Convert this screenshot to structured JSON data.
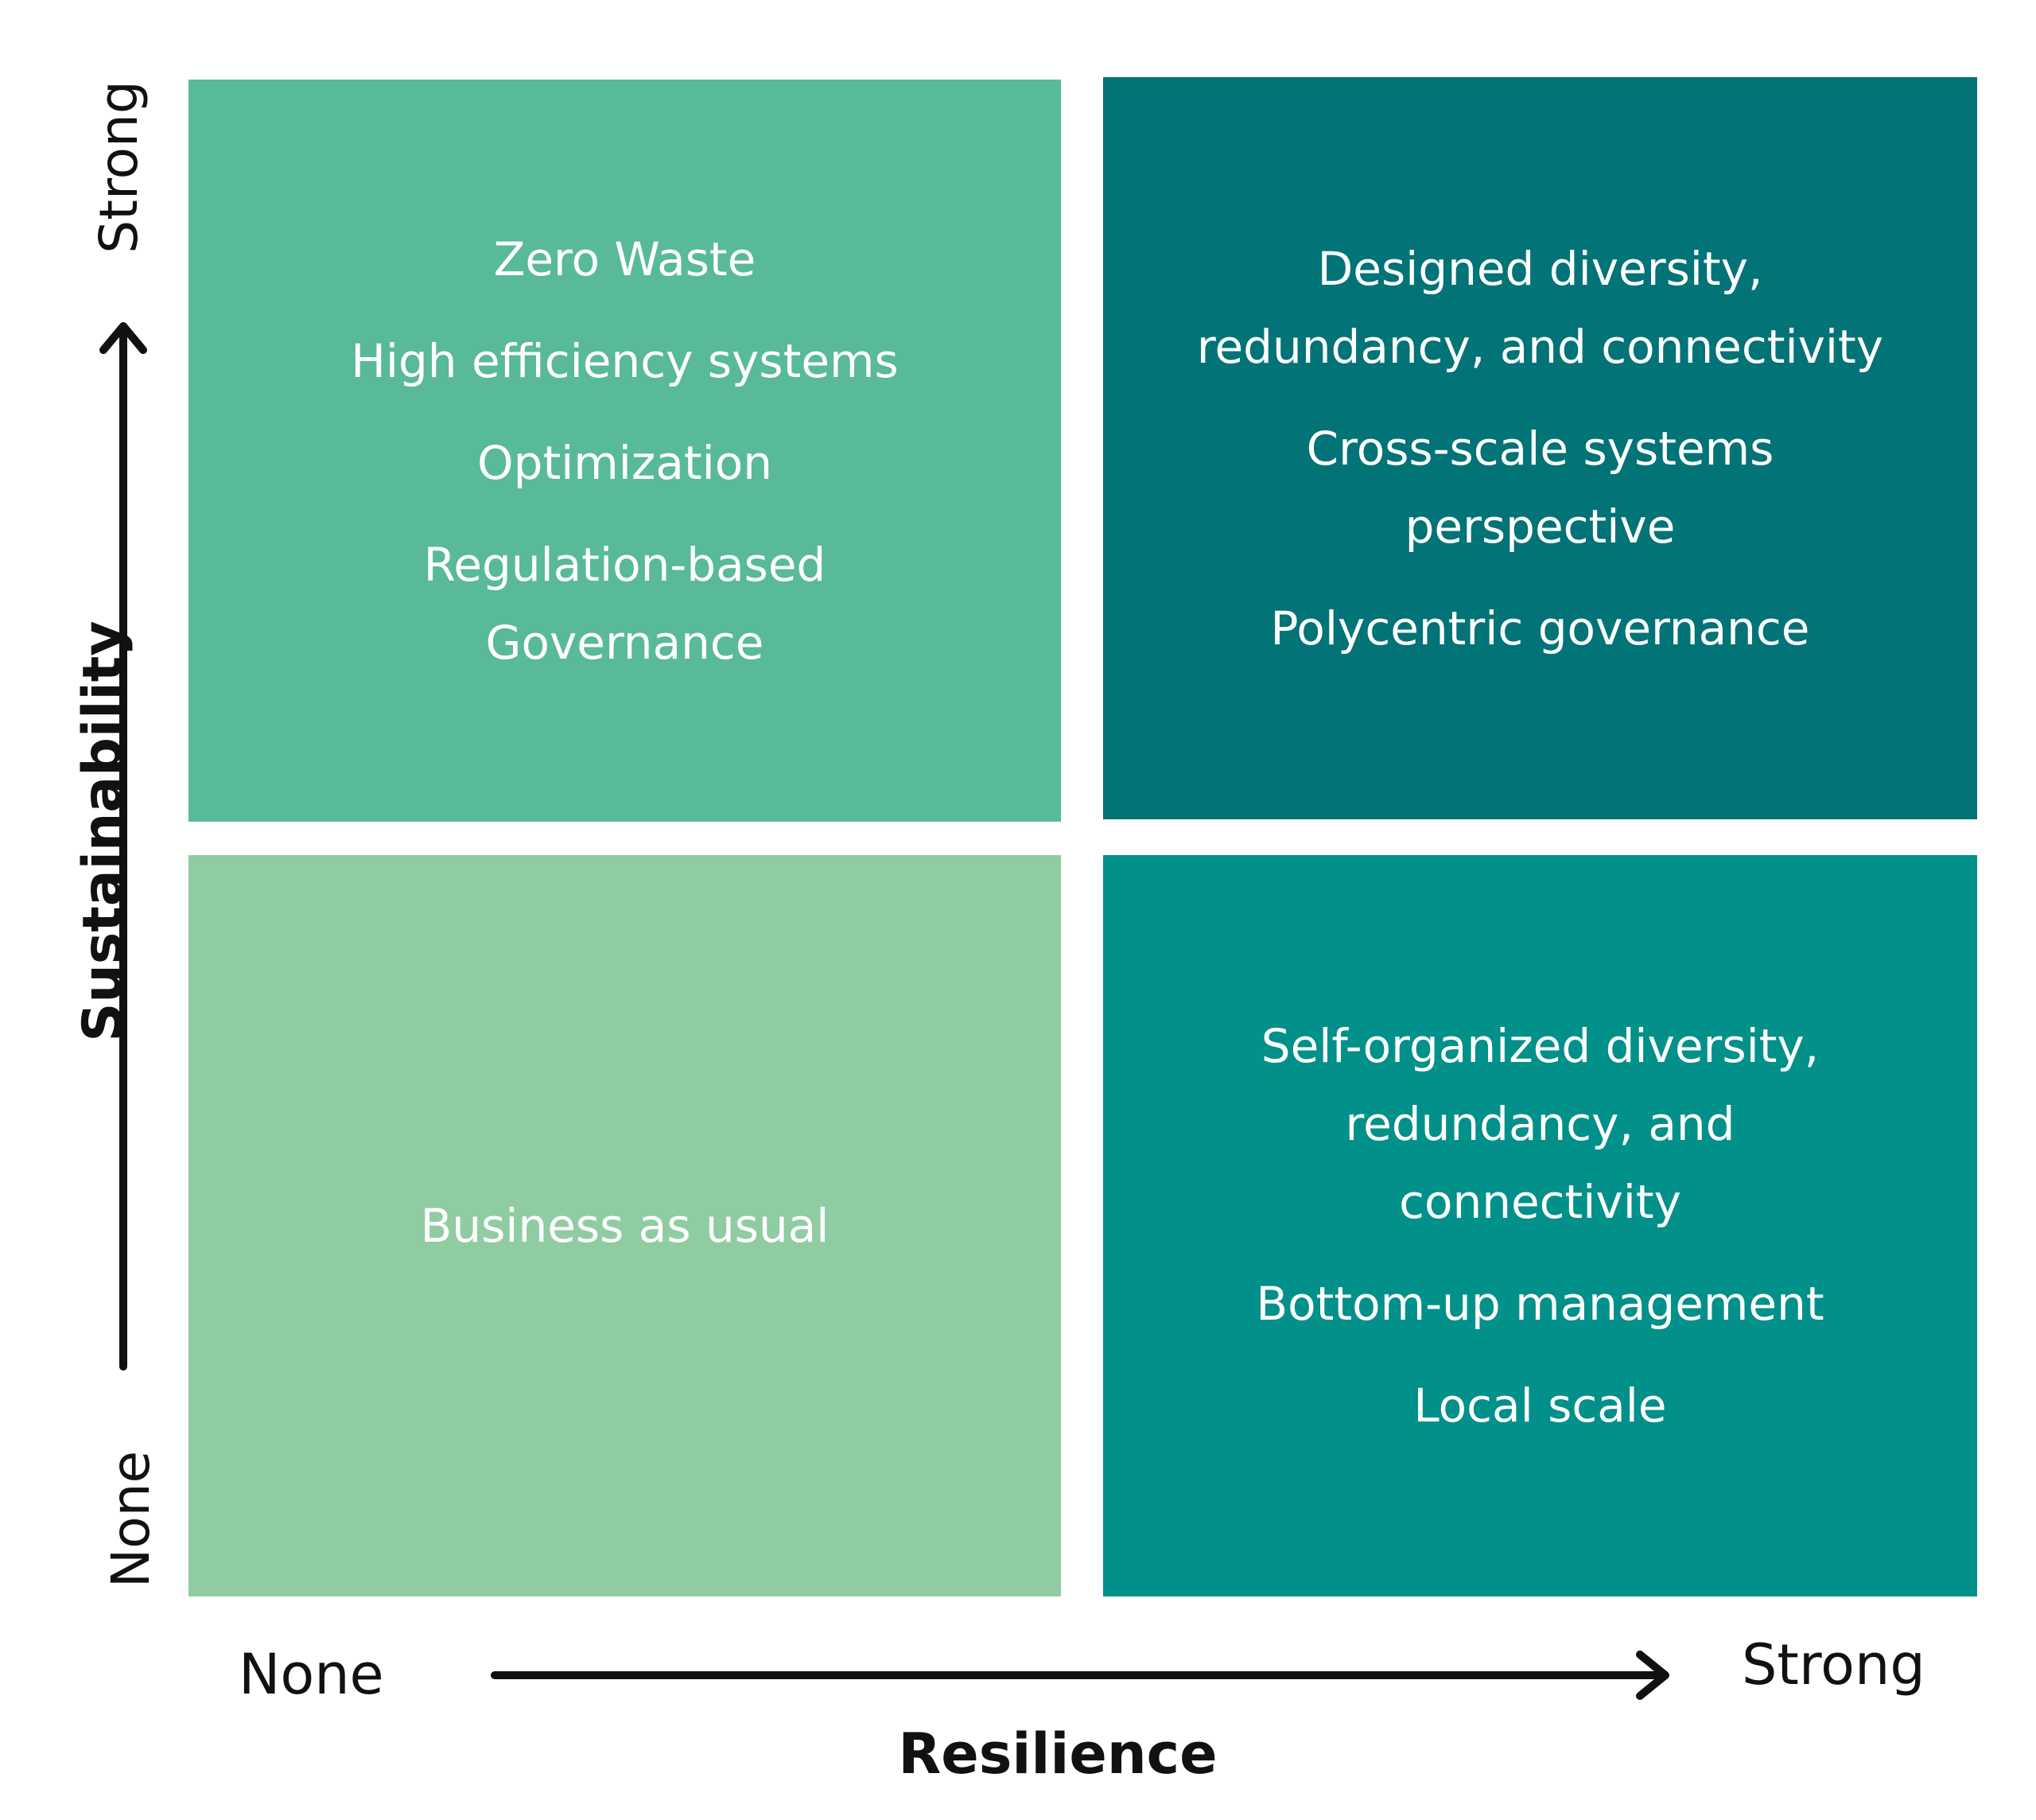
{
  "colors": {
    "top_left": "#59b99b",
    "top_right": "#027377",
    "bottom_left": "#90cca2",
    "bottom_right": "#02908a",
    "axis": "#111111"
  },
  "quadrants": {
    "top_left": {
      "items": [
        "Zero Waste",
        "High efficiency systems",
        "Optimization",
        "Regulation-based\nGovernance"
      ]
    },
    "top_right": {
      "items": [
        "Designed diversity,\nredundancy, and connectivity",
        "Cross-scale systems\nperspective",
        "Polycentric governance"
      ]
    },
    "bottom_left": {
      "items": [
        "Business as usual"
      ]
    },
    "bottom_right": {
      "items": [
        "Self-organized diversity,\nredundancy, and\nconnectivity",
        "Bottom-up management",
        "Local scale"
      ]
    }
  },
  "y_axis": {
    "title": "Sustainability",
    "high_label": "Strong",
    "low_label": "None"
  },
  "x_axis": {
    "title": "Resilience",
    "low_label": "None",
    "high_label": "Strong"
  }
}
